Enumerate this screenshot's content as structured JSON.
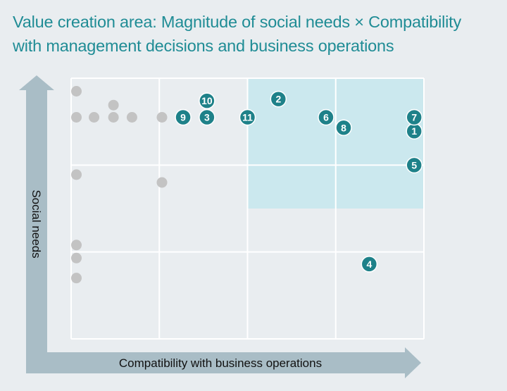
{
  "title_lines": [
    "Value creation area: Magnitude of social needs × Compatibility",
    "with management decisions and business operations"
  ],
  "colors": {
    "background": "#e9edf0",
    "title": "#1f8c95",
    "arrow": "#a9bdc6",
    "grid": "#ffffff",
    "highlight": "#cbe8ee",
    "numbered_point": "#1e8189",
    "gray_point": "#c3c3c3"
  },
  "chart_data": {
    "type": "scatter",
    "xlabel": "Compatibility with business operations",
    "ylabel": "Social needs",
    "xlim": [
      0,
      4
    ],
    "ylim": [
      0,
      3
    ],
    "grid": true,
    "highlight_region": {
      "x": [
        2.0,
        4.0
      ],
      "y": [
        1.5,
        3.0
      ]
    },
    "numbered_points": [
      {
        "label": "1",
        "x": 3.89,
        "y": 2.39
      },
      {
        "label": "2",
        "x": 2.35,
        "y": 2.76
      },
      {
        "label": "3",
        "x": 1.54,
        "y": 2.55
      },
      {
        "label": "4",
        "x": 3.38,
        "y": 0.86
      },
      {
        "label": "5",
        "x": 3.89,
        "y": 2.0
      },
      {
        "label": "6",
        "x": 2.89,
        "y": 2.55
      },
      {
        "label": "7",
        "x": 3.89,
        "y": 2.55
      },
      {
        "label": "8",
        "x": 3.09,
        "y": 2.43
      },
      {
        "label": "9",
        "x": 1.27,
        "y": 2.55
      },
      {
        "label": "10",
        "x": 1.54,
        "y": 2.74
      },
      {
        "label": "11",
        "x": 2.0,
        "y": 2.55
      }
    ],
    "unlabeled_points": [
      {
        "x": 0.06,
        "y": 2.85
      },
      {
        "x": 0.06,
        "y": 2.55
      },
      {
        "x": 0.26,
        "y": 2.55
      },
      {
        "x": 0.48,
        "y": 2.55
      },
      {
        "x": 0.48,
        "y": 2.69
      },
      {
        "x": 0.69,
        "y": 2.55
      },
      {
        "x": 1.03,
        "y": 2.55
      },
      {
        "x": 0.06,
        "y": 1.89
      },
      {
        "x": 1.03,
        "y": 1.8
      },
      {
        "x": 0.06,
        "y": 1.08
      },
      {
        "x": 0.06,
        "y": 0.93
      },
      {
        "x": 0.06,
        "y": 0.7
      }
    ]
  }
}
